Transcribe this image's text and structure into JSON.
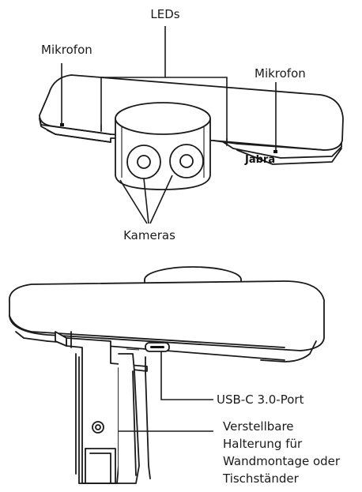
{
  "labels": {
    "leds": "LEDs",
    "mic_left": "Mikrofon",
    "mic_right": "Mikrofon",
    "cameras": "Kameras",
    "usb_port": "USB-C 3.0-Port",
    "mount_line1": "Verstellbare",
    "mount_line2": "Halterung für",
    "mount_line3": "Wandmontage oder",
    "mount_line4": "Tischständer"
  },
  "brand": "Jabra"
}
